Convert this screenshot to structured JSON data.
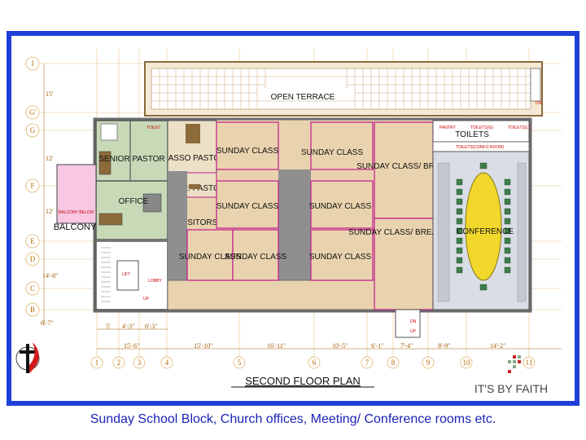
{
  "plan": {
    "title": "SECOND FLOOR PLAN",
    "rooms": {
      "open_terrace": "OPEN TERRACE",
      "senior_pastor": "SENIOR PASTOR",
      "asso_pastor": "ASSO PASTOR",
      "jr_pastor": "JR. PASTOR",
      "office": "OFFICE",
      "visitors": "VISITORS",
      "balcony": "BALCONY",
      "sunday_1": "SUNDAY CLASS",
      "sunday_2": "SUNDAY CLASS",
      "sunday_3": "SUNDAY CLASS",
      "sunday_4": "SUNDAY CLASS",
      "sunday_5": "SUNDAY CLASS",
      "sunday_6": "SUNDAY CLASS",
      "sunday_7": "SUNDAY CLASS",
      "break_1": "SUNDAY CLASS/ BREAK OUT",
      "break_2": "SUNDAY CLASS/ BREAK OUT",
      "toilets": "TOILETS",
      "conference": "CONFERENCE"
    },
    "small_labels": {
      "toilet": "TOILET",
      "pantry": "PANTRY",
      "toilets_gents": "TOILETS(G)",
      "toilets_ladies": "TOILETS(L)",
      "toilets_conf": "TOILETS(CONFO ROOM)",
      "lift": "LIFT",
      "lobby": "LOBBY",
      "up": "UP",
      "dn": "DN",
      "balcony_note": "BALCONY BELOW"
    },
    "grid_rows": [
      "I",
      "G'",
      "G",
      "F",
      "E",
      "D",
      "C",
      "B"
    ],
    "grid_cols": [
      "1",
      "2",
      "3",
      "4",
      "5",
      "6",
      "7",
      "8",
      "9",
      "10",
      "11"
    ],
    "dims_left": [
      "15'",
      "12'",
      "12'",
      "14'-8\"",
      "6'-7\""
    ],
    "dims_bottom_1": [
      "5'",
      "4'-3\"",
      "6'-3\""
    ],
    "dims_bottom_2": [
      "15'-6\"",
      "15'-10\"",
      "16'-11\"",
      "10'-5\"",
      "6'-1\"",
      "7'-4\"",
      "8'-9\"",
      "14'-2\""
    ]
  },
  "logo": {
    "text": "IT'S BY FAITH"
  },
  "caption": "Sunday School Block, Church offices, Meeting/ Conference rooms etc."
}
